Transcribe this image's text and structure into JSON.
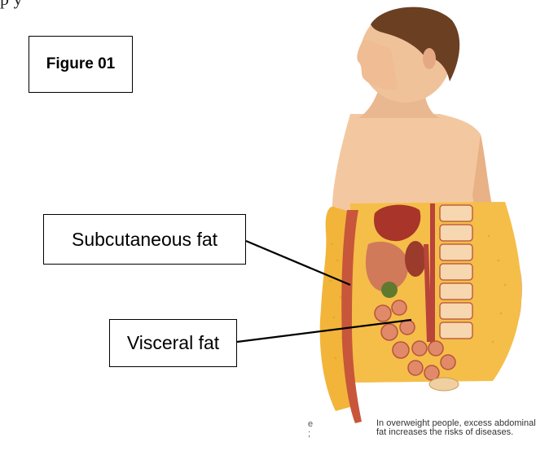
{
  "page": {
    "top_text_fragment": "p                                          y"
  },
  "figure": {
    "label": "Figure 01"
  },
  "callouts": {
    "subcutaneous": "Subcutaneous fat",
    "visceral": "Visceral fat"
  },
  "caption": {
    "text": "In overweight people, excess abdominal fat increases the risks of diseases.",
    "stub": "e ;"
  },
  "colors": {
    "skin": "#f3c8a0",
    "skin_shadow": "#e2a77a",
    "hair": "#6b3f22",
    "fat": "#f2b53a",
    "muscle": "#c8563a",
    "organ_red": "#a8342a",
    "gallbladder": "#5f7a2e"
  }
}
